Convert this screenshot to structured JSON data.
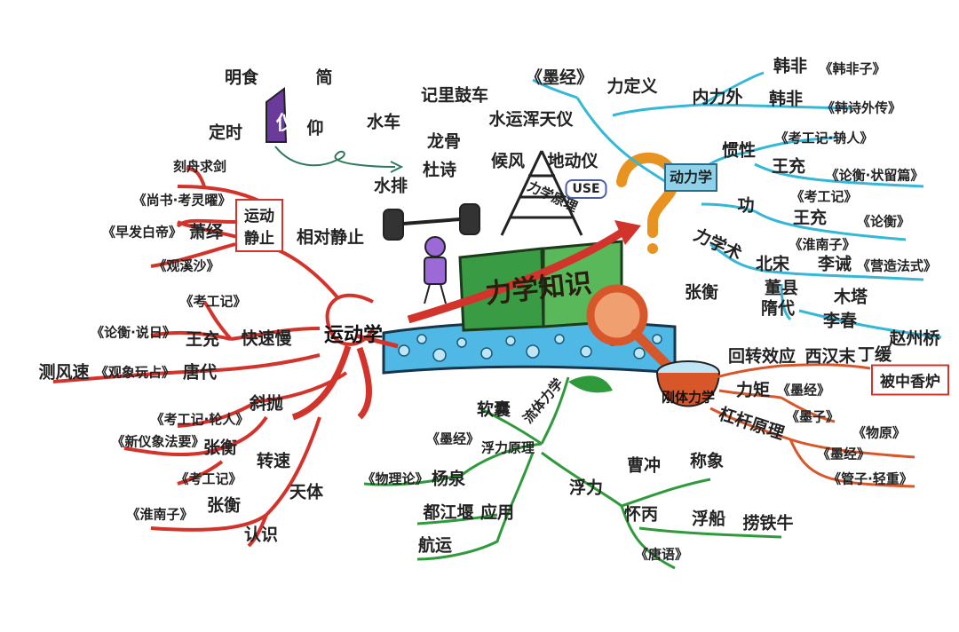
{
  "center": {
    "title": "力学知识"
  },
  "motion": {
    "title": "运动学",
    "relative_rest": "相对静止",
    "motion_static_box": "运动\n静止",
    "relative_motion_examples": [
      {
        "label": "刻舟求剑"
      },
      {
        "label": "《尚书·考灵曜》"
      },
      {
        "label": "《早发白帝》"
      },
      {
        "label": "《观溪沙》"
      },
      {
        "label": "萧绎"
      }
    ],
    "speed": "快速慢",
    "speed_examples": [
      {
        "label": "《考工记》"
      },
      {
        "label": "《论衡·说日》"
      },
      {
        "label": "王充"
      },
      {
        "label": "测风速"
      },
      {
        "label": "《观象玩占》"
      },
      {
        "label": "唐代"
      }
    ],
    "projectile": "斜抛",
    "projectile_examples": [
      {
        "label": "《考工记·轮人》"
      },
      {
        "label": "《新仪象法要》"
      },
      {
        "label": "张衡"
      },
      {
        "label": "《考工记》"
      }
    ],
    "velocity": "转速",
    "celestial": "天体",
    "celestial_examples": [
      {
        "label": "《淮南子》"
      },
      {
        "label": "张衡"
      },
      {
        "label": "认识"
      }
    ]
  },
  "instruments": {
    "title": "仪",
    "items": [
      "明食",
      "简",
      "定时",
      "仰"
    ],
    "chips": [
      "记里鼓车",
      "水运浑天仪",
      "水车",
      "龙骨",
      "候风",
      "地动仪",
      "水排",
      "杜诗",
      "力学原理"
    ]
  },
  "dynamics": {
    "title": "动力学",
    "force_def": "力定义",
    "mojing": "《墨经》",
    "inner_outer": "内力外",
    "hanfeizi": "《韩非子》",
    "inertia": "惯性",
    "inertia_examples": [
      "《考工记·辀人》",
      "王充",
      "《论衡·状留篇》"
    ],
    "hanfei": "韩非",
    "han_wai": "《韩诗外传》",
    "gong": "功",
    "gong_examples": [
      "《考工记》",
      "王充",
      "《论衡》",
      "《淮南子》"
    ],
    "friction": "力学术",
    "friction_examples": [
      "北宋",
      "李诫",
      "《营造法式》",
      "董县",
      "木塔",
      "隋代",
      "李春",
      "赵州桥"
    ],
    "zhang": "张衡",
    "use": "USE"
  },
  "rigid": {
    "title": "刚体力学",
    "items": [
      "回转效应",
      "西汉末",
      "丁缓",
      "被中香炉"
    ],
    "torque": "力矩",
    "torque_ex": [
      "《墨经》",
      "《墨子》"
    ],
    "lever": "杠杆原理",
    "lever_ex": [
      "《物原》",
      "《墨经》",
      "《管子·轻重》"
    ]
  },
  "fluid": {
    "title": "流体力学",
    "spring": "软囊",
    "spring_ex": [
      "《墨经》",
      "浮力原理"
    ],
    "history": [
      "《物理论》",
      "杨泉"
    ],
    "buoyancy": "浮力",
    "buoyancy_ex": [
      "曹冲",
      "称象",
      "怀丙",
      "浮船",
      "捞铁牛",
      "《唐语》"
    ],
    "apply": "应用",
    "apply_ex": [
      "都江堰",
      "航运"
    ]
  },
  "colors": {
    "red": "#d2342c",
    "cyan": "#35b7d7",
    "green": "#2f9a3b",
    "orange": "#d8572a",
    "book": "#3a9b45"
  }
}
